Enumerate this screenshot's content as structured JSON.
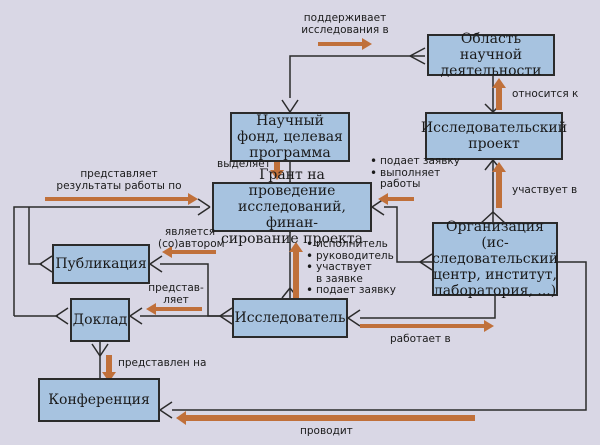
{
  "colors": {
    "background": "#d9d7e5",
    "entity_fill": "#a7c3e0",
    "line": "#2b2b2b",
    "arrow": "#c0703a"
  },
  "entities": {
    "area": "Область научной\nдеятельности",
    "fund": "Научный\nфонд, целевая\nпрограмма",
    "project": "Исследовательский\nпроект",
    "grant": "Грант на проведение\nисследований, финан-\nсирование проекта",
    "publication": "Публикация",
    "organization": "Организация (ис-\nследовательский\nцентр, институт,\nлаборатория, ...)",
    "report": "Доклад",
    "researcher": "Исследователь",
    "conference": "Конференция"
  },
  "relations": {
    "supports": "поддерживает\nисследования в",
    "belongs_to": "относится к",
    "allocates": "выделяет",
    "participates_in": "участвует в",
    "presents_results": "представляет\nрезультаты работы по",
    "is_coauthor": "является\n(со)автором",
    "presents": "представ-\nляет",
    "works_in": "работает в",
    "presented_at": "представлен на",
    "holds": "проводит",
    "org_grant_roles": [
      "подает заявку",
      "выполняет\nработы"
    ],
    "researcher_grant_roles": [
      "исполнитель",
      "руководитель",
      "участвует\nв заявке",
      "подает заявку"
    ]
  }
}
